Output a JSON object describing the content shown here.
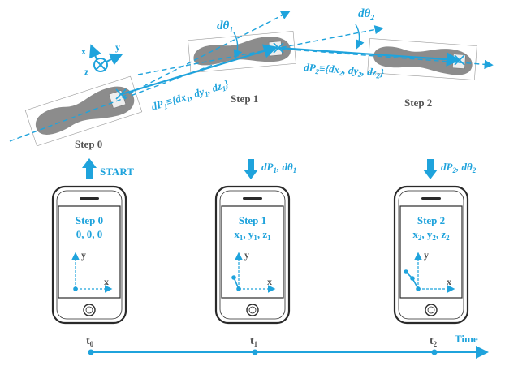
{
  "colors": {
    "accent": "#1fa3dc",
    "foot": "#8c8c8c",
    "phone": "#2a2a2a",
    "text": "#555555"
  },
  "top": {
    "steps": [
      "Step 0",
      "Step 1",
      "Step 2"
    ],
    "axes": {
      "x": "x",
      "y": "y",
      "z": "z"
    },
    "angle1": {
      "main": "dθ",
      "sub": "1"
    },
    "angle2": {
      "main": "dθ",
      "sub": "2"
    },
    "dp1": {
      "a": "dP",
      "s1": "1",
      "b": "≡{dx",
      "s2": "1",
      "c": ", dy",
      "s3": "1",
      "d": ", dz",
      "s4": "1",
      "e": "}"
    },
    "dp2": {
      "a": "dP",
      "s1": "2",
      "b": "≡{dx",
      "s2": "2",
      "c": ", dy",
      "s3": "2",
      "d": ", dz",
      "s4": "2",
      "e": "}"
    }
  },
  "events": {
    "start": "START",
    "e1": {
      "a": "dP",
      "s1": "1",
      "b": ", dθ",
      "s2": "1"
    },
    "e2": {
      "a": "dP",
      "s1": "2",
      "b": ", dθ",
      "s2": "2"
    }
  },
  "phones": [
    {
      "title": "Step 0",
      "coords": "0, 0, 0",
      "x": "x",
      "y": "y"
    },
    {
      "title": "Step 1",
      "c": {
        "a": "x",
        "s1": "1",
        "b": ", y",
        "s2": "1",
        "c": ", z",
        "s3": "1"
      },
      "x": "x",
      "y": "y"
    },
    {
      "title": "Step 2",
      "c": {
        "a": "x",
        "s1": "2",
        "b": ", y",
        "s2": "2",
        "c": ", z",
        "s3": "2"
      },
      "x": "x",
      "y": "y"
    }
  ],
  "timeline": {
    "t0": {
      "a": "t",
      "s": "0"
    },
    "t1": {
      "a": "t",
      "s": "1"
    },
    "t2": {
      "a": "t",
      "s": "2"
    },
    "label": "Time"
  }
}
